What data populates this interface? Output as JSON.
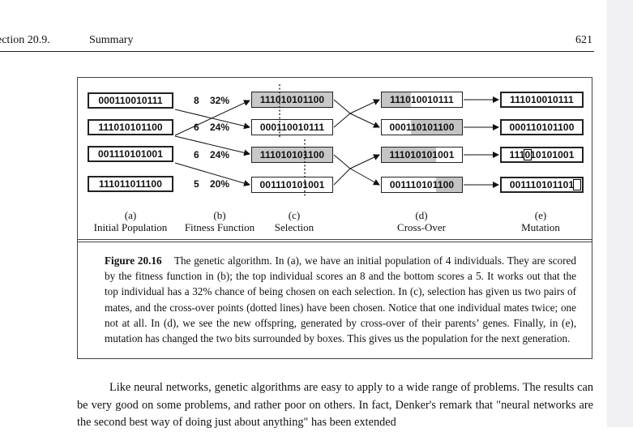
{
  "header": {
    "section": "ection 20.9.",
    "title": "Summary",
    "page_number": "621"
  },
  "figure": {
    "population": [
      "000110010111",
      "111010101100",
      "001110101001",
      "111011011100"
    ],
    "fitness": [
      {
        "score": "8",
        "percent": "32%"
      },
      {
        "score": "6",
        "percent": "24%"
      },
      {
        "score": "6",
        "percent": "24%"
      },
      {
        "score": "5",
        "percent": "20%"
      }
    ],
    "selection": [
      "111010101100",
      "000110010111",
      "111010101100",
      "001110101001"
    ],
    "crossover": [
      "111010010111",
      "000110101100",
      "111010101001",
      "001110101100"
    ],
    "mutation": [
      "111010010111",
      "000110101100",
      "111010101001",
      "001110101101"
    ],
    "labels": {
      "a_letter": "(a)",
      "a_name": "Initial Population",
      "b_letter": "(b)",
      "b_name": "Fitness Function",
      "c_letter": "(c)",
      "c_name": "Selection",
      "d_letter": "(d)",
      "d_name": "Cross-Over",
      "e_letter": "(e)",
      "e_name": "Mutation"
    },
    "caption_label": "Figure 20.16",
    "caption_text": "The genetic algorithm. In (a), we have an initial population of 4 individuals. They are scored by the fitness function in (b); the top individual scores an 8 and the bottom scores a 5. It works out that the top individual has a 32% chance of being chosen on each selection. In (c), selection has given us two pairs of mates, and the cross-over points (dotted lines) have been chosen. Notice that one individual mates twice; one not at all. In (d), we see the new offspring, generated by cross-over of their parents’ genes. Finally, in (e), mutation has changed the two bits surrounded by boxes. This gives us the population for the next generation."
  },
  "body_text": "Like neural networks, genetic algorithms are easy to apply to a wide range of problems. The results can be very good on some problems, and rather poor on others. In fact, Denker's remark that \"neural networks are the second best way of doing just about anything\" has been extended"
}
